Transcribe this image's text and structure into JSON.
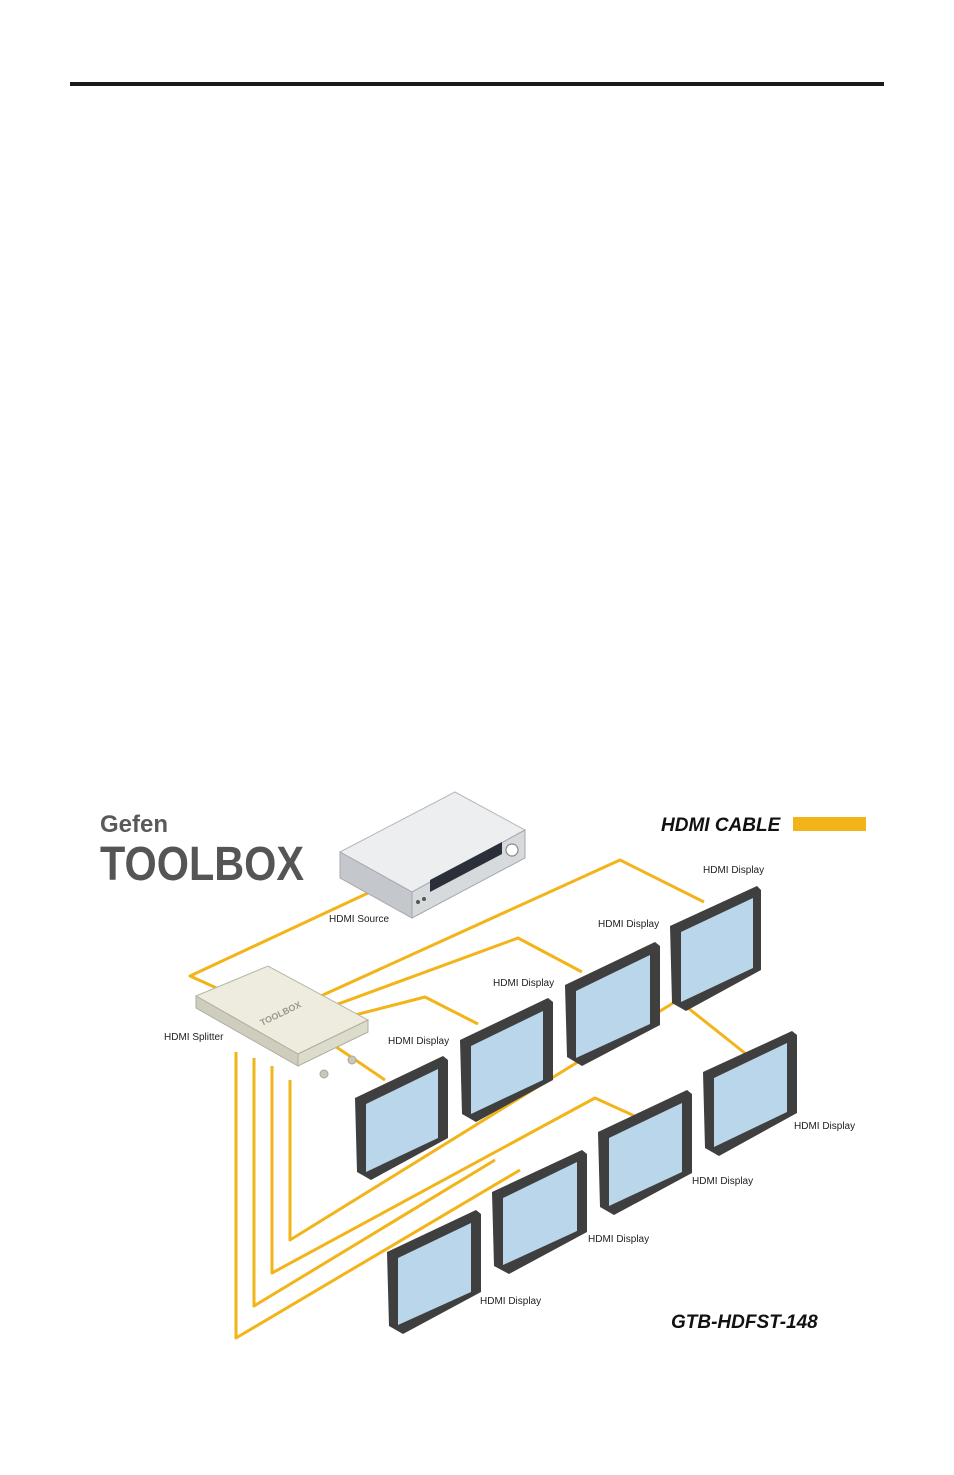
{
  "brand": {
    "top": "Gefen",
    "bottom": "TOOLBOX"
  },
  "legend": {
    "label": "HDMI CABLE",
    "color": "#f2b418"
  },
  "model": "GTB-HDFST-148",
  "source_label": "HDMI Source",
  "splitter_label": "HDMI Splitter",
  "splitter_brand": "TOOLBOX",
  "display_labels": [
    "HDMI Display",
    "HDMI Display",
    "HDMI Display",
    "HDMI Display",
    "HDMI Display",
    "HDMI Display",
    "HDMI Display",
    "HDMI Display"
  ],
  "colors": {
    "cable": "#f2b418",
    "screen": "#b9d6ea",
    "bezel": "#4a4a4a",
    "device": "#e6e8ea",
    "splitter": "#e8e6d8"
  }
}
